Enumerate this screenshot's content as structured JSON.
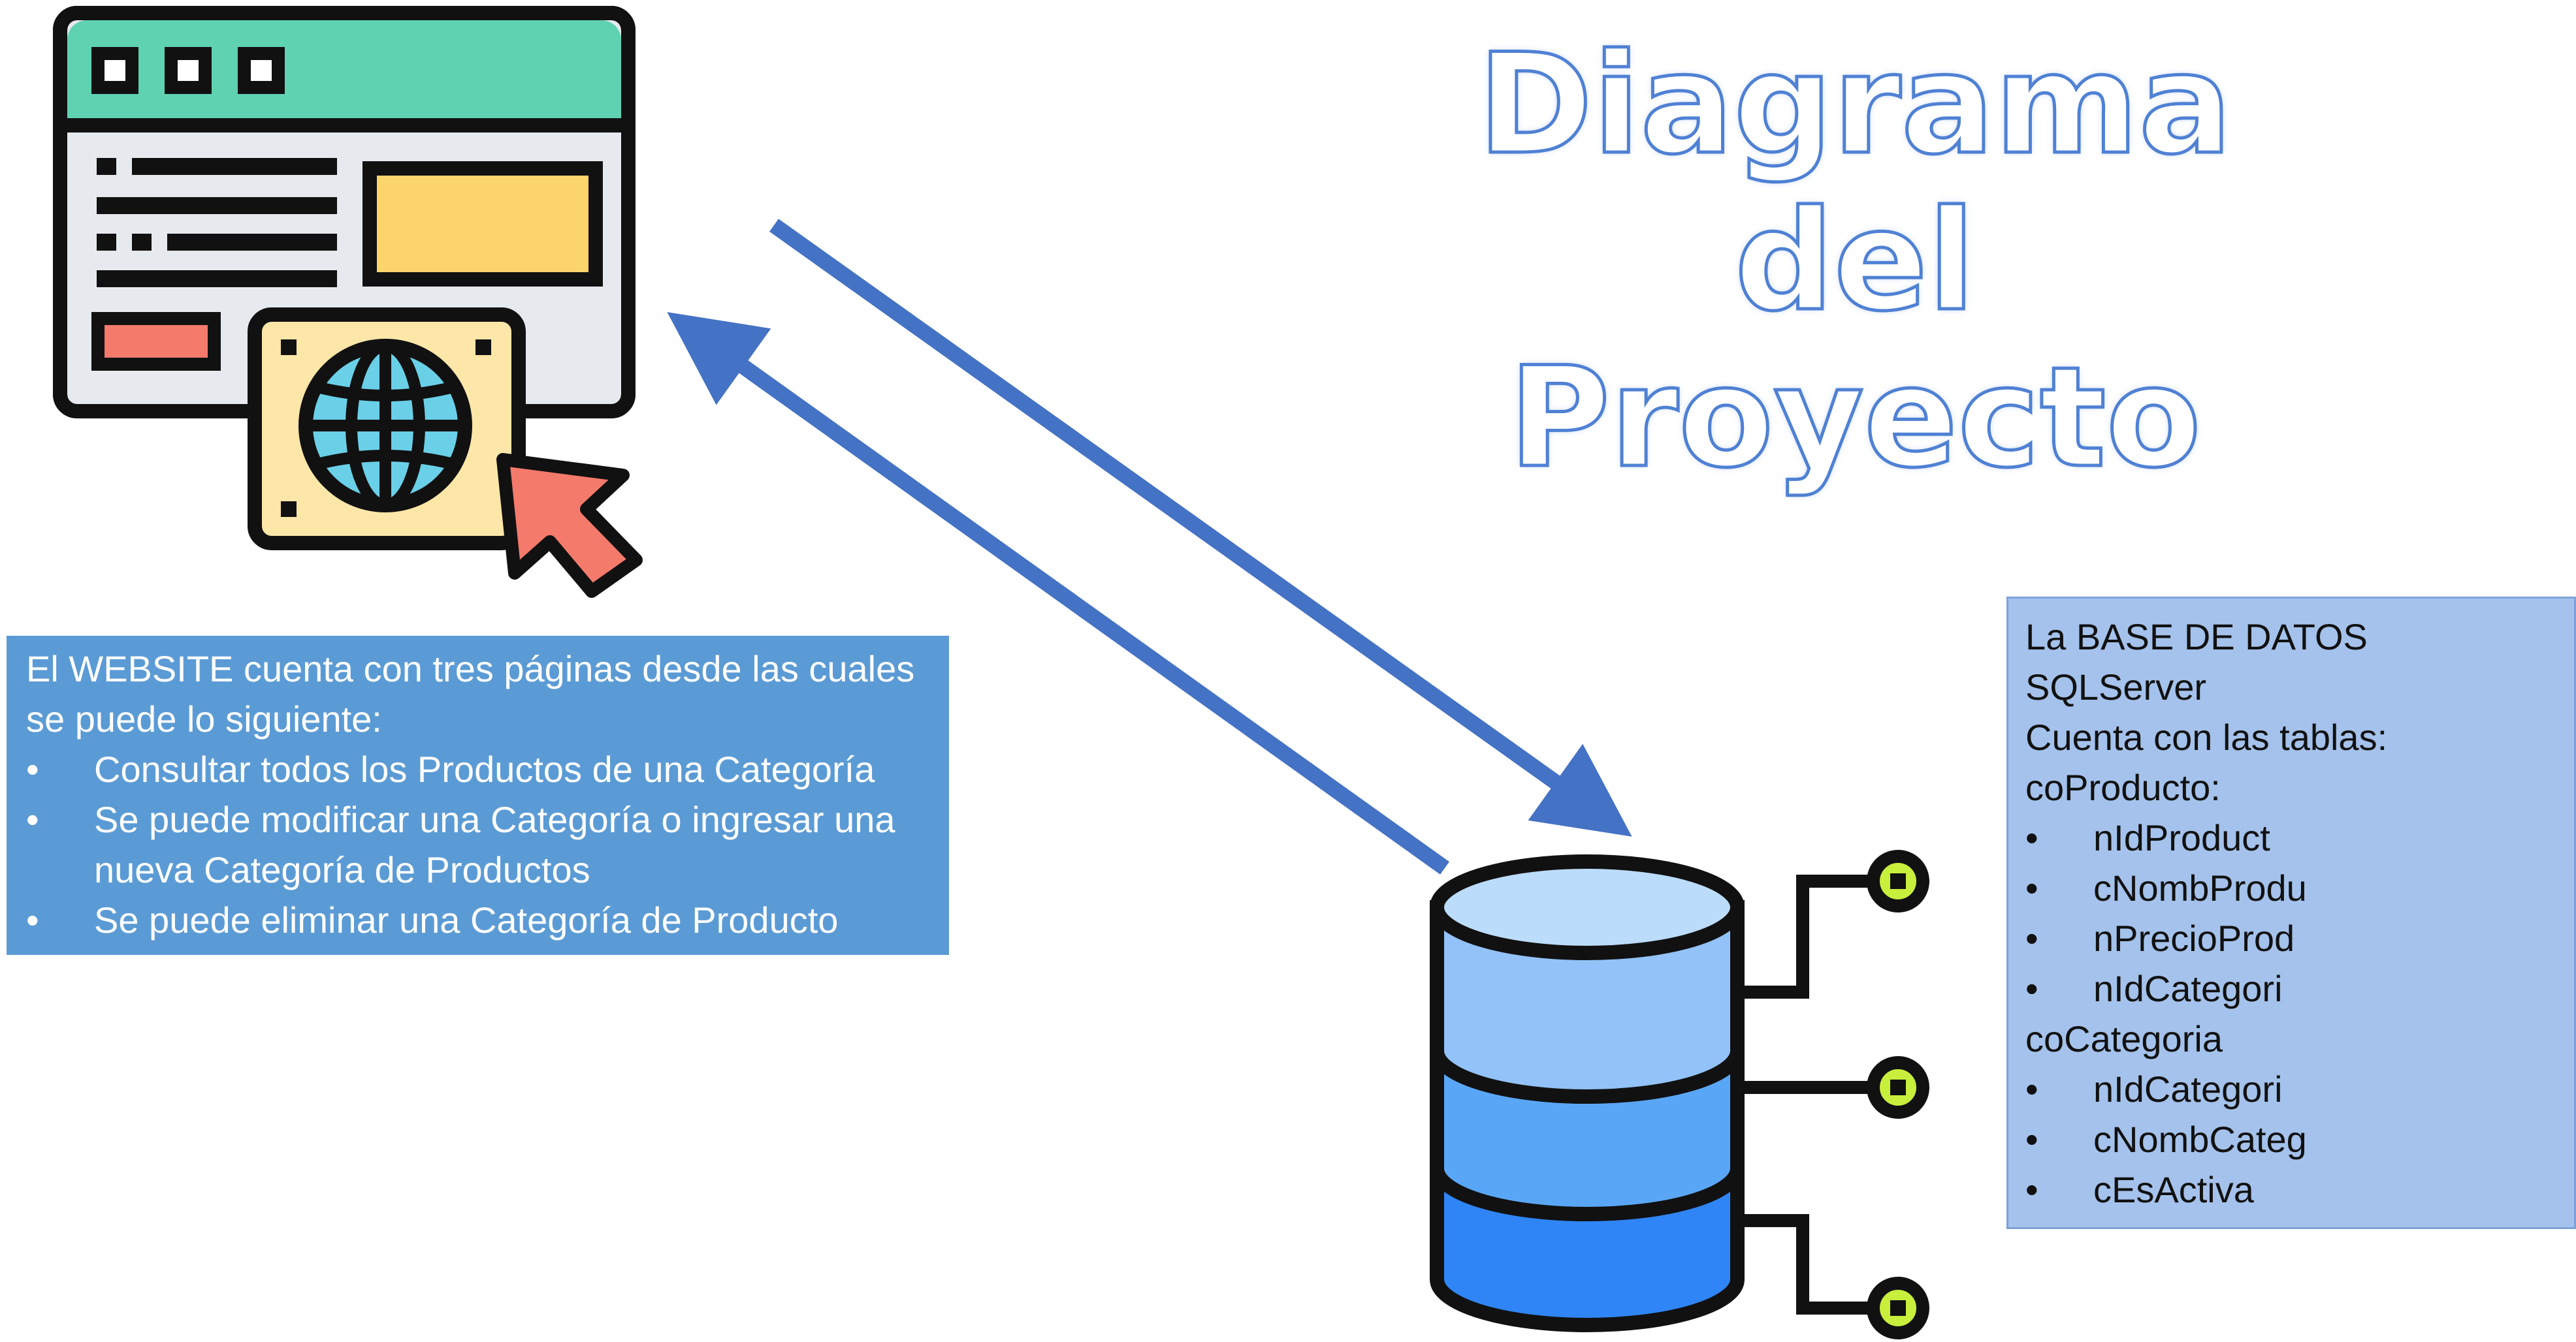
{
  "diagram": {
    "title_line1": "Diagrama del",
    "title_line2": "Proyecto"
  },
  "website": {
    "icon": "website-browser-icon",
    "description_intro": "El WEBSITE cuenta con tres páginas desde las cuales se puede lo siguiente:",
    "features": [
      "Consultar todos los Productos de una Categoría",
      "Se puede modificar una Categoría o ingresar una nueva Categoría de Productos",
      "Se puede eliminar una Categoría de Producto"
    ]
  },
  "database": {
    "icon": "database-server-icon",
    "heading": "La BASE DE DATOS SQLServer",
    "subheading": "Cuenta con las tablas:",
    "tables": [
      {
        "name": "coProducto:",
        "fields": [
          "nIdProduct",
          "cNombProdu",
          "nPrecioProd",
          "nIdCategori"
        ]
      },
      {
        "name": "coCategoria",
        "fields": [
          "nIdCategori",
          "cNombCateg",
          "cEsActiva"
        ]
      }
    ]
  },
  "colors": {
    "arrow": "#4472c4",
    "relation_arrow": "#7030a0",
    "website_box": "#5b9bd5",
    "database_box": "#a4c2eb",
    "title_outline": "#4f81d4"
  }
}
